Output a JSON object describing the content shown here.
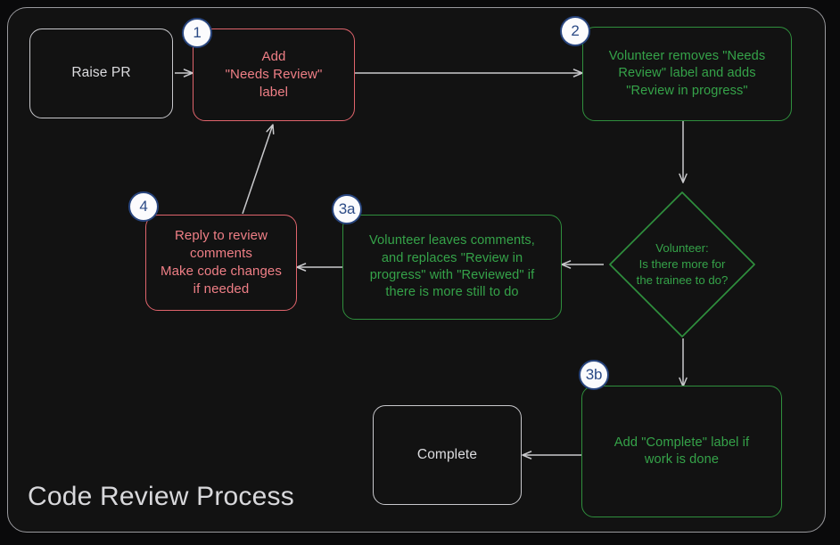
{
  "diagram": {
    "title": "Code Review Process",
    "type": "flowchart",
    "theme": {
      "background": "#0a0a0b",
      "frame_background": "#121212",
      "frame_border": "#9a9a9e",
      "neutral_border": "#c8c8cc",
      "neutral_text": "#dcdcdf",
      "red_border": "#e0646c",
      "red_text": "#ef7f86",
      "green_border": "#2f8f3d",
      "green_text": "#35a349",
      "edge_color": "#c9c9cc",
      "badge_fill": "#fbfbfd",
      "badge_ring": "#28457e",
      "badge_text": "#2b4a86",
      "title_color": "#d8d8db"
    },
    "nodes": [
      {
        "id": "raise-pr",
        "label": "Raise PR",
        "shape": "rounded-rect",
        "style": "neutral",
        "badge": null
      },
      {
        "id": "add-needs-review",
        "label": "Add\n\"Needs Review\"\nlabel",
        "shape": "rounded-rect",
        "style": "red",
        "badge": "1"
      },
      {
        "id": "volunteer-removes",
        "label": "Volunteer removes \"Needs\nReview\" label and adds\n\"Review in progress\"",
        "shape": "rounded-rect",
        "style": "green",
        "badge": "2"
      },
      {
        "id": "decision-more-work",
        "label": "Volunteer:\nIs there more for\nthe trainee to do?",
        "shape": "diamond",
        "style": "green",
        "badge": null
      },
      {
        "id": "volunteer-leaves-comments",
        "label": "Volunteer leaves comments,\nand replaces \"Review in\nprogress\" with \"Reviewed\" if\nthere is more still to do",
        "shape": "rounded-rect",
        "style": "green",
        "badge": "3a"
      },
      {
        "id": "reply-to-review",
        "label": "Reply to review\ncomments\nMake code changes\nif needed",
        "shape": "rounded-rect",
        "style": "red",
        "badge": "4"
      },
      {
        "id": "add-complete-label",
        "label": "Add \"Complete\" label if\nwork is done",
        "shape": "rounded-rect",
        "style": "green",
        "badge": "3b"
      },
      {
        "id": "complete",
        "label": "Complete",
        "shape": "rounded-rect",
        "style": "neutral",
        "badge": null
      }
    ],
    "edges": [
      {
        "from": "raise-pr",
        "to": "add-needs-review",
        "label": ""
      },
      {
        "from": "add-needs-review",
        "to": "volunteer-removes",
        "label": ""
      },
      {
        "from": "volunteer-removes",
        "to": "decision-more-work",
        "label": ""
      },
      {
        "from": "decision-more-work",
        "to": "volunteer-leaves-comments",
        "label": ""
      },
      {
        "from": "decision-more-work",
        "to": "add-complete-label",
        "label": ""
      },
      {
        "from": "volunteer-leaves-comments",
        "to": "reply-to-review",
        "label": ""
      },
      {
        "from": "reply-to-review",
        "to": "add-needs-review",
        "label": ""
      },
      {
        "from": "add-complete-label",
        "to": "complete",
        "label": ""
      }
    ]
  }
}
